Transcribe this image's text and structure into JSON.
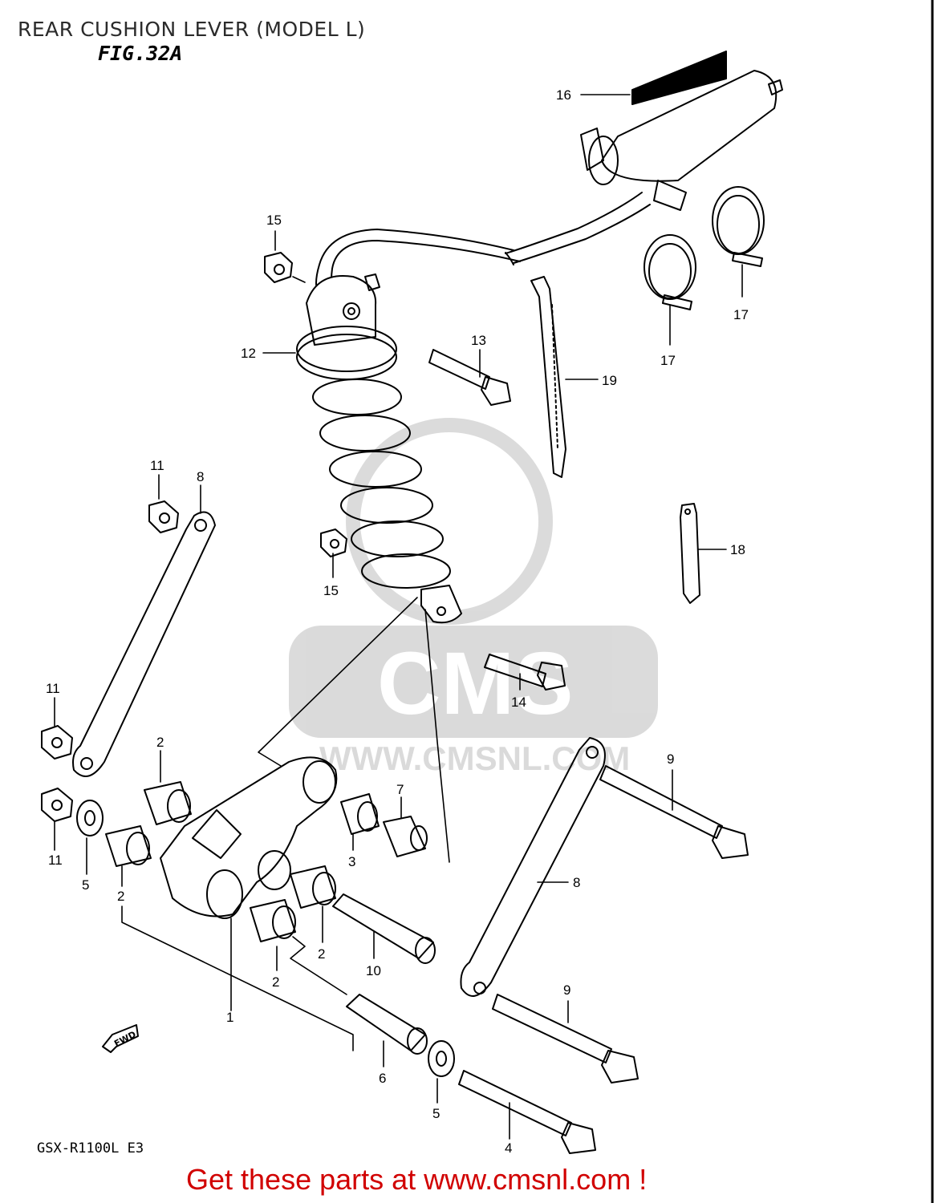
{
  "header": {
    "title": "REAR CUSHION LEVER (MODEL L)",
    "figure": "FIG.32A"
  },
  "model_code": "GSX-R1100L E3",
  "footer": {
    "cta": "Get these parts at www.cmsnl.com !",
    "color": "#d10000"
  },
  "watermark": {
    "brand": "CMS",
    "url": "WWW.CMSNL.COM"
  },
  "direction_marker": "FWD",
  "callouts": {
    "c1": "1",
    "c2a": "2",
    "c2b": "2",
    "c2c": "2",
    "c2d": "2",
    "c3": "3",
    "c4": "4",
    "c5a": "5",
    "c5b": "5",
    "c6": "6",
    "c7": "7",
    "c8a": "8",
    "c8b": "8",
    "c9a": "9",
    "c9b": "9",
    "c10": "10",
    "c11a": "11",
    "c11b": "11",
    "c11c": "11",
    "c12": "12",
    "c13": "13",
    "c14": "14",
    "c15a": "15",
    "c15b": "15",
    "c16": "16",
    "c17a": "17",
    "c17b": "17",
    "c18": "18",
    "c19": "19"
  }
}
